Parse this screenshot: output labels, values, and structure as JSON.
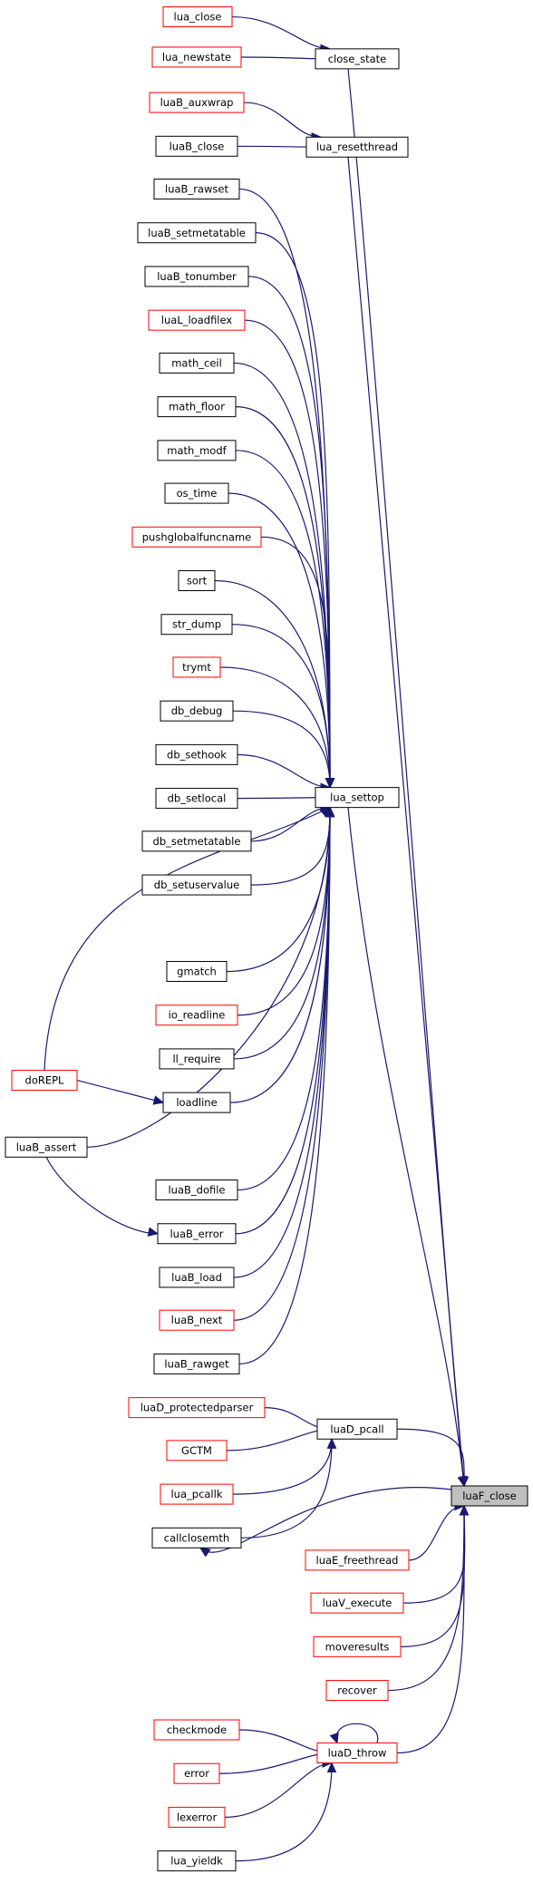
{
  "graph": {
    "nodes": [
      {
        "id": "lua_close",
        "label": "lua_close",
        "border": "red"
      },
      {
        "id": "lua_newstate",
        "label": "lua_newstate",
        "border": "red"
      },
      {
        "id": "close_state",
        "label": "close_state",
        "border": "black"
      },
      {
        "id": "luaB_auxwrap",
        "label": "luaB_auxwrap",
        "border": "red"
      },
      {
        "id": "luaB_close",
        "label": "luaB_close",
        "border": "black"
      },
      {
        "id": "lua_resetthread",
        "label": "lua_resetthread",
        "border": "black"
      },
      {
        "id": "luaB_rawset",
        "label": "luaB_rawset",
        "border": "black"
      },
      {
        "id": "luaB_setmetatable",
        "label": "luaB_setmetatable",
        "border": "black"
      },
      {
        "id": "luaB_tonumber",
        "label": "luaB_tonumber",
        "border": "black"
      },
      {
        "id": "luaL_loadfilex",
        "label": "luaL_loadfilex",
        "border": "red"
      },
      {
        "id": "math_ceil",
        "label": "math_ceil",
        "border": "black"
      },
      {
        "id": "math_floor",
        "label": "math_floor",
        "border": "black"
      },
      {
        "id": "math_modf",
        "label": "math_modf",
        "border": "black"
      },
      {
        "id": "os_time",
        "label": "os_time",
        "border": "black"
      },
      {
        "id": "pushglobalfuncname",
        "label": "pushglobalfuncname",
        "border": "red"
      },
      {
        "id": "sort",
        "label": "sort",
        "border": "black"
      },
      {
        "id": "str_dump",
        "label": "str_dump",
        "border": "black"
      },
      {
        "id": "trymt",
        "label": "trymt",
        "border": "red"
      },
      {
        "id": "db_debug",
        "label": "db_debug",
        "border": "black"
      },
      {
        "id": "db_sethook",
        "label": "db_sethook",
        "border": "black"
      },
      {
        "id": "db_setlocal",
        "label": "db_setlocal",
        "border": "black"
      },
      {
        "id": "lua_settop",
        "label": "lua_settop",
        "border": "black"
      },
      {
        "id": "db_setmetatable",
        "label": "db_setmetatable",
        "border": "black"
      },
      {
        "id": "db_setuservalue",
        "label": "db_setuservalue",
        "border": "black"
      },
      {
        "id": "gmatch",
        "label": "gmatch",
        "border": "black"
      },
      {
        "id": "io_readline",
        "label": "io_readline",
        "border": "red"
      },
      {
        "id": "ll_require",
        "label": "ll_require",
        "border": "black"
      },
      {
        "id": "doREPL",
        "label": "doREPL",
        "border": "red"
      },
      {
        "id": "loadline",
        "label": "loadline",
        "border": "black"
      },
      {
        "id": "luaB_assert",
        "label": "luaB_assert",
        "border": "black"
      },
      {
        "id": "luaB_dofile",
        "label": "luaB_dofile",
        "border": "black"
      },
      {
        "id": "luaB_error",
        "label": "luaB_error",
        "border": "black"
      },
      {
        "id": "luaB_load",
        "label": "luaB_load",
        "border": "black"
      },
      {
        "id": "luaB_next",
        "label": "luaB_next",
        "border": "red"
      },
      {
        "id": "luaB_rawget",
        "label": "luaB_rawget",
        "border": "black"
      },
      {
        "id": "luaD_protectedparser",
        "label": "luaD_protectedparser",
        "border": "red"
      },
      {
        "id": "luaD_pcall",
        "label": "luaD_pcall",
        "border": "black"
      },
      {
        "id": "GCTM",
        "label": "GCTM",
        "border": "red"
      },
      {
        "id": "lua_pcallk",
        "label": "lua_pcallk",
        "border": "red"
      },
      {
        "id": "luaF_close",
        "label": "luaF_close",
        "border": "black",
        "fill": "#bfbfbf"
      },
      {
        "id": "callclosemth",
        "label": "callclosemth",
        "border": "black"
      },
      {
        "id": "luaE_freethread",
        "label": "luaE_freethread",
        "border": "red"
      },
      {
        "id": "luaV_execute",
        "label": "luaV_execute",
        "border": "red"
      },
      {
        "id": "moveresults",
        "label": "moveresults",
        "border": "red"
      },
      {
        "id": "recover",
        "label": "recover",
        "border": "red"
      },
      {
        "id": "checkmode",
        "label": "checkmode",
        "border": "red"
      },
      {
        "id": "error",
        "label": "error",
        "border": "red"
      },
      {
        "id": "luaD_throw",
        "label": "luaD_throw",
        "border": "red"
      },
      {
        "id": "lexerror",
        "label": "lexerror",
        "border": "red"
      },
      {
        "id": "lua_yieldk",
        "label": "lua_yieldk",
        "border": "black"
      }
    ],
    "edges": [
      [
        "lua_close",
        "close_state"
      ],
      [
        "lua_newstate",
        "close_state"
      ],
      [
        "close_state",
        "luaF_close"
      ],
      [
        "luaB_auxwrap",
        "lua_resetthread"
      ],
      [
        "luaB_close",
        "lua_resetthread"
      ],
      [
        "lua_resetthread",
        "luaF_close"
      ],
      [
        "luaB_rawset",
        "lua_settop"
      ],
      [
        "luaB_setmetatable",
        "lua_settop"
      ],
      [
        "luaB_tonumber",
        "lua_settop"
      ],
      [
        "luaL_loadfilex",
        "lua_settop"
      ],
      [
        "math_ceil",
        "lua_settop"
      ],
      [
        "math_floor",
        "lua_settop"
      ],
      [
        "math_modf",
        "lua_settop"
      ],
      [
        "os_time",
        "lua_settop"
      ],
      [
        "pushglobalfuncname",
        "lua_settop"
      ],
      [
        "sort",
        "lua_settop"
      ],
      [
        "str_dump",
        "lua_settop"
      ],
      [
        "trymt",
        "lua_settop"
      ],
      [
        "db_debug",
        "lua_settop"
      ],
      [
        "db_sethook",
        "lua_settop"
      ],
      [
        "db_setlocal",
        "lua_settop"
      ],
      [
        "db_setmetatable",
        "lua_settop"
      ],
      [
        "db_setuservalue",
        "lua_settop"
      ],
      [
        "gmatch",
        "lua_settop"
      ],
      [
        "io_readline",
        "lua_settop"
      ],
      [
        "ll_require",
        "lua_settop"
      ],
      [
        "doREPL",
        "lua_settop"
      ],
      [
        "doREPL",
        "loadline"
      ],
      [
        "loadline",
        "lua_settop"
      ],
      [
        "luaB_assert",
        "lua_settop"
      ],
      [
        "luaB_assert",
        "luaB_error"
      ],
      [
        "luaB_dofile",
        "lua_settop"
      ],
      [
        "luaB_error",
        "lua_settop"
      ],
      [
        "luaB_load",
        "lua_settop"
      ],
      [
        "luaB_next",
        "lua_settop"
      ],
      [
        "luaB_rawget",
        "lua_settop"
      ],
      [
        "lua_settop",
        "luaF_close"
      ],
      [
        "luaD_protectedparser",
        "luaD_pcall"
      ],
      [
        "GCTM",
        "luaD_pcall"
      ],
      [
        "lua_pcallk",
        "luaD_pcall"
      ],
      [
        "callclosemth",
        "luaD_pcall"
      ],
      [
        "luaD_pcall",
        "luaF_close"
      ],
      [
        "luaF_close",
        "callclosemth"
      ],
      [
        "luaE_freethread",
        "luaF_close"
      ],
      [
        "luaV_execute",
        "luaF_close"
      ],
      [
        "moveresults",
        "luaF_close"
      ],
      [
        "recover",
        "luaF_close"
      ],
      [
        "luaD_throw",
        "luaF_close"
      ],
      [
        "luaD_throw",
        "luaD_throw"
      ],
      [
        "checkmode",
        "luaD_throw"
      ],
      [
        "error",
        "luaD_throw"
      ],
      [
        "lexerror",
        "luaD_throw"
      ],
      [
        "lua_yieldk",
        "luaD_throw"
      ]
    ]
  },
  "colors": {
    "edge": "#191970",
    "red_border": "#ff0000",
    "black_border": "#000000",
    "highlight_fill": "#bfbfbf"
  }
}
